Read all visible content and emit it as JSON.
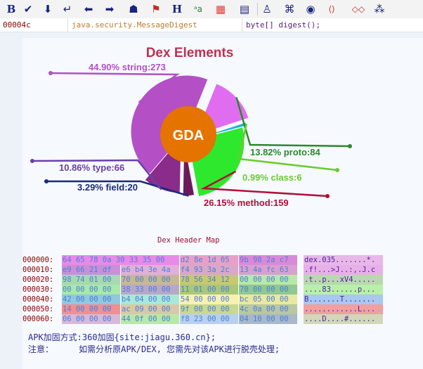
{
  "toolbar": {
    "buttons": [
      {
        "name": "bold-icon",
        "glyph": "B",
        "color": "#1a237e"
      },
      {
        "name": "check-arrow-icon",
        "glyph": "✔",
        "color": "#1a237e"
      },
      {
        "name": "download-icon",
        "glyph": "⬇",
        "color": "#1a237e"
      },
      {
        "name": "return-icon",
        "glyph": "↵",
        "color": "#1a237e"
      },
      {
        "name": "back-arrow-icon",
        "glyph": "⬅",
        "color": "#1a237e"
      },
      {
        "name": "forward-arrow-icon",
        "glyph": "➡",
        "color": "#1a237e"
      },
      {
        "name": "android-icon",
        "glyph": "☗",
        "color": "#1a237e"
      },
      {
        "name": "search-flag-icon",
        "glyph": "⚑",
        "color": "#c62828"
      },
      {
        "name": "header-icon",
        "glyph": "H",
        "color": "#1a237e"
      },
      {
        "name": "string-search-icon",
        "glyph": "ᵃa",
        "color": "#2e7d32"
      },
      {
        "name": "grid-icon",
        "glyph": "▦",
        "color": "#e53935"
      },
      {
        "name": "xml-icon",
        "glyph": "▤",
        "color": "#1a237e"
      },
      {
        "name": "robot-icon",
        "glyph": "♙",
        "color": "#1a237e"
      },
      {
        "name": "command-icon",
        "glyph": "⌘",
        "color": "#1a237e"
      },
      {
        "name": "toggle-icon",
        "glyph": "◉",
        "color": "#1a237e"
      },
      {
        "name": "code-icon",
        "glyph": "⟨⟩",
        "color": "#c62828"
      },
      {
        "name": "diamonds-icon",
        "glyph": "◇◇",
        "color": "#c62828"
      },
      {
        "name": "network-icon",
        "glyph": "⁂",
        "color": "#1a237e"
      }
    ]
  },
  "infobar": {
    "address": "00004c",
    "class_name": "java.security.MessageDigest",
    "method": "byte[] digest();",
    "address_color": "#8b0000",
    "class_color": "#c07a2a",
    "method_color": "#5a2080"
  },
  "chart_data": {
    "type": "pie",
    "title": "Dex Elements",
    "center_label": "GDA",
    "categories": [
      "string",
      "proto",
      "class",
      "method",
      "field",
      "type"
    ],
    "values": [
      44.9,
      13.82,
      0.99,
      26.15,
      3.29,
      10.86
    ],
    "counts": [
      273,
      84,
      6,
      159,
      20,
      66
    ],
    "labels": [
      "44.90% string:273",
      "13.82% proto:84",
      "0.99% class:6",
      "26.15% method:159",
      "3.29% field:20",
      "10.86% type:66"
    ],
    "colors": [
      "#b44fc6",
      "#e06df0",
      "#19b5d4",
      "#2ee82e",
      "#6a1a5a",
      "#8a2c8a"
    ],
    "label_colors": [
      "#b44fc6",
      "#2a8a2a",
      "#6acc2a",
      "#b0103a",
      "#1a2a7a",
      "#6a40aa"
    ],
    "title_color": "#c03050",
    "center_color": "#e57300"
  },
  "hexmap": {
    "title": "Dex Header Map",
    "rows": [
      {
        "addr": "000000:",
        "bytes": [
          "64 65 78 0a 30 33 35 00",
          "d2 8e 1d 05",
          "9b 98 2a c7"
        ],
        "ascii": "dex.035.......*."
      },
      {
        "addr": "000010:",
        "bytes": [
          "e9 66 21 df",
          "e6 b4 3e 4a",
          "f4 93 3a 2c",
          "13 4a fc 63"
        ],
        "ascii": ".f!...>J..:,.J.c"
      },
      {
        "addr": "000020:",
        "bytes": [
          "98 74 01 00",
          "70 00 00 00",
          "78 56 34 12",
          "00 00 00 00"
        ],
        "ascii": ".t..p...xV4....."
      },
      {
        "addr": "000030:",
        "bytes": [
          "00 00 00 00",
          "38 33 00 00",
          "11 01 00 00",
          "70 00 00 00"
        ],
        "ascii": "....83......p..."
      },
      {
        "addr": "000040:",
        "bytes": [
          "42 00 00 00",
          "b4 04 00 00",
          "54 00 00 00",
          "bc 05 00 00"
        ],
        "ascii": "B.......T......."
      },
      {
        "addr": "000050:",
        "bytes": [
          "14 00 00 00",
          "ac 09 00 00",
          "9f 00 00 00",
          "4c 0a 00 00"
        ],
        "ascii": "............L..."
      },
      {
        "addr": "000060:",
        "bytes": [
          "06 00 00 00",
          "44 0f 00 00",
          "f8 23 00 00",
          "04 10 00 00"
        ],
        "ascii": "....D....#......"
      }
    ]
  },
  "footer": {
    "line1": "APK加固方式:360加固{site:jiagu.360.cn};",
    "line2": "注意：     如需分析原APK/DEX, 您需先对该APK进行脱壳处理;"
  }
}
